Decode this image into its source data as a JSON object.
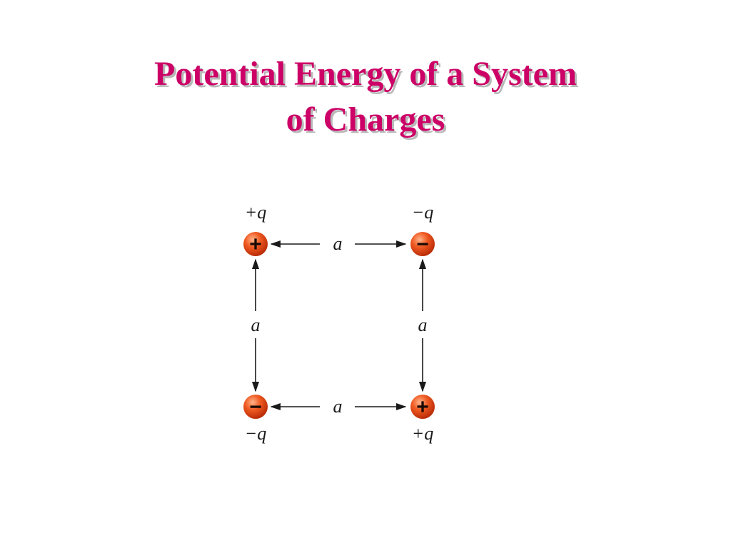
{
  "slide": {
    "title_line1": "Potential Energy of a System",
    "title_line2": "of Charges"
  },
  "diagram": {
    "charges": [
      {
        "id": "top-left",
        "sign": "+",
        "label": "+q"
      },
      {
        "id": "top-right",
        "sign": "−",
        "label": "−q"
      },
      {
        "id": "bottom-left",
        "sign": "−",
        "label": "−q"
      },
      {
        "id": "bottom-right",
        "sign": "+",
        "label": "+q"
      }
    ],
    "sides": [
      {
        "id": "top",
        "label": "a"
      },
      {
        "id": "left",
        "label": "a"
      },
      {
        "id": "right",
        "label": "a"
      },
      {
        "id": "bottom",
        "label": "a"
      }
    ],
    "colors": {
      "title": "#cc0066",
      "charge_fill": "#e8471c"
    }
  }
}
